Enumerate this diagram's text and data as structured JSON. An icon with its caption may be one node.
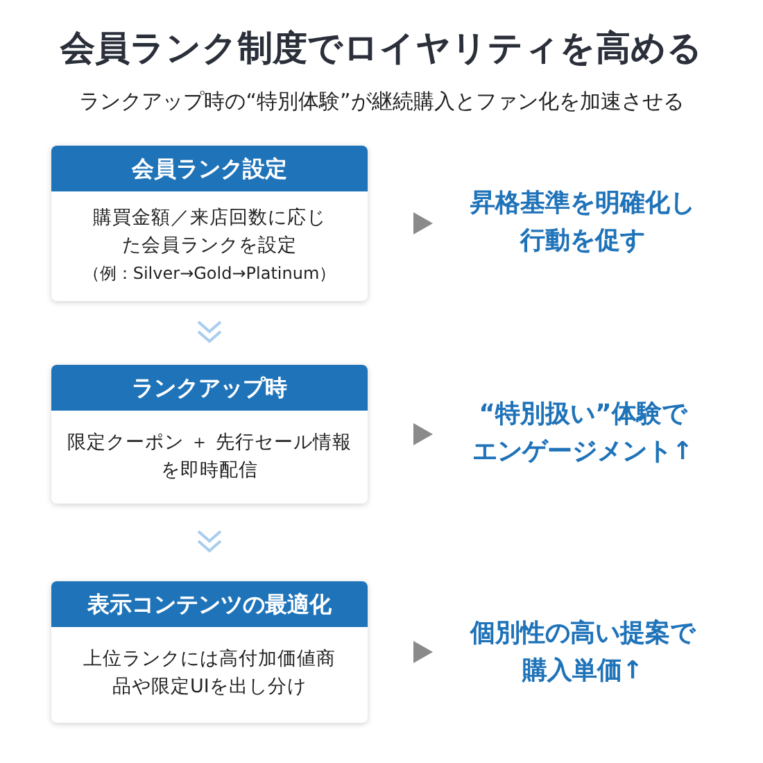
{
  "diagram": {
    "title": "会員ランク制度でロイヤリティを高める",
    "nodes": [
      {
        "text": [
          "会員ランク設定",
          "購買金額／来店回数に応じた会員ランクを設定",
          "（例：Silver→Gold→Platinum）"
        ]
      },
      {
        "text": [
          "ランクアップ時",
          "限定クーポン ＋ 先行セール情報を即時配信"
        ]
      },
      {
        "text": [
          "表示コンテンツの最適化",
          "上位ランクには高付加価値商品や限定UIを出し分け"
        ]
      },
      {
        "text": [
          "昇格基準を明確化し行動を促す"
        ]
      },
      {
        "text": [
          "“特別扱い”体験でエンゲージメント↑"
        ]
      },
      {
        "text": [
          "個別性の高い提案で購入単価↑"
        ]
      }
    ],
    "edges": [
      {
        "from": 0,
        "to": 1,
        "arrow": "to"
      },
      {
        "from": 1,
        "to": 2,
        "arrow": "to"
      },
      {
        "from": 0,
        "to": 3,
        "arrow": "to"
      },
      {
        "from": 1,
        "to": 4,
        "arrow": "to"
      },
      {
        "from": 2,
        "to": 5,
        "arrow": "to"
      }
    ],
    "labels": [
      "ランクアップ時の“特別体験”が継続購入とファン化を加速させる"
    ]
  }
}
